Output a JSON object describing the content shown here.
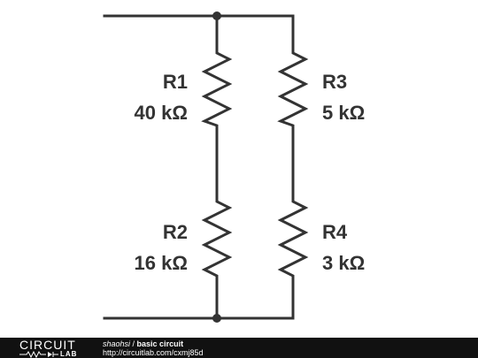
{
  "circuit": {
    "resistors": [
      {
        "id": "r1",
        "name": "R1",
        "value": "40 kΩ"
      },
      {
        "id": "r2",
        "name": "R2",
        "value": "16 kΩ"
      },
      {
        "id": "r3",
        "name": "R3",
        "value": "5 kΩ"
      },
      {
        "id": "r4",
        "name": "R4",
        "value": "3 kΩ"
      }
    ]
  },
  "footer": {
    "logo_top": "CIRCUIT",
    "logo_sub": "LAB",
    "user": "shaohsi",
    "separator": " / ",
    "title": "basic circuit",
    "url": "http://circuitlab.com/cxmj85d"
  },
  "colors": {
    "wire": "#333333",
    "footer_bg": "#111111",
    "background": "#ffffff"
  }
}
